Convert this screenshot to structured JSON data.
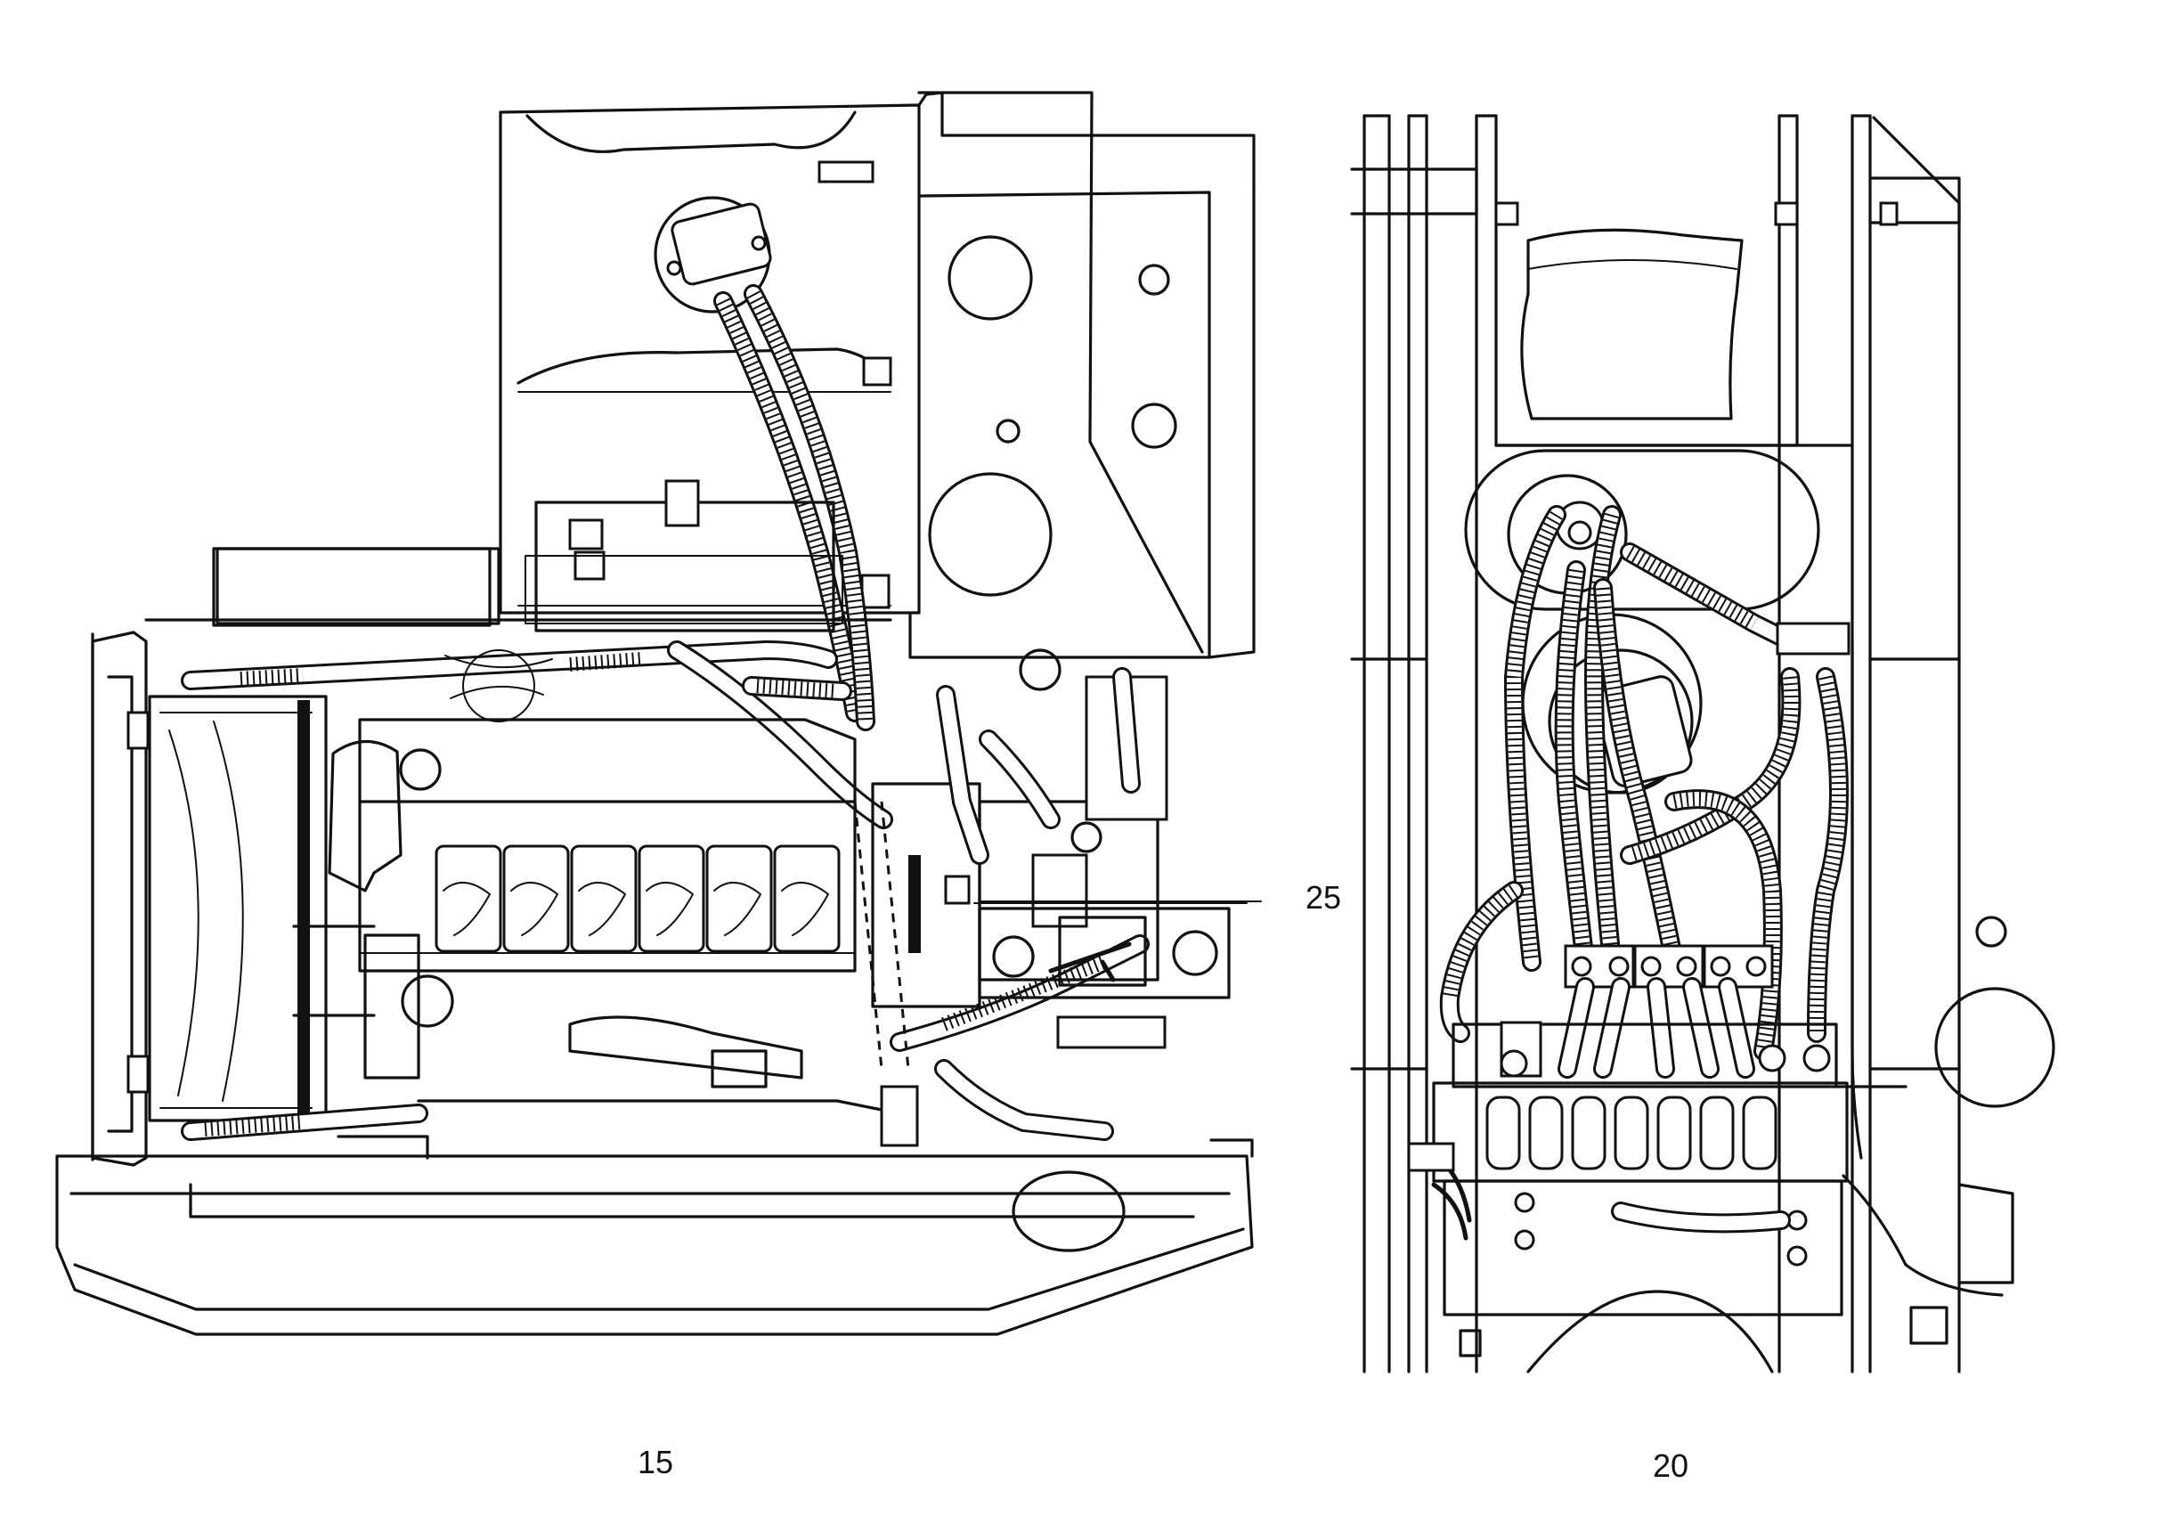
{
  "figures": [
    {
      "id": "left-view",
      "caption": "15"
    },
    {
      "id": "right-view",
      "caption": "20"
    }
  ],
  "callouts": [
    {
      "text": "25"
    }
  ]
}
